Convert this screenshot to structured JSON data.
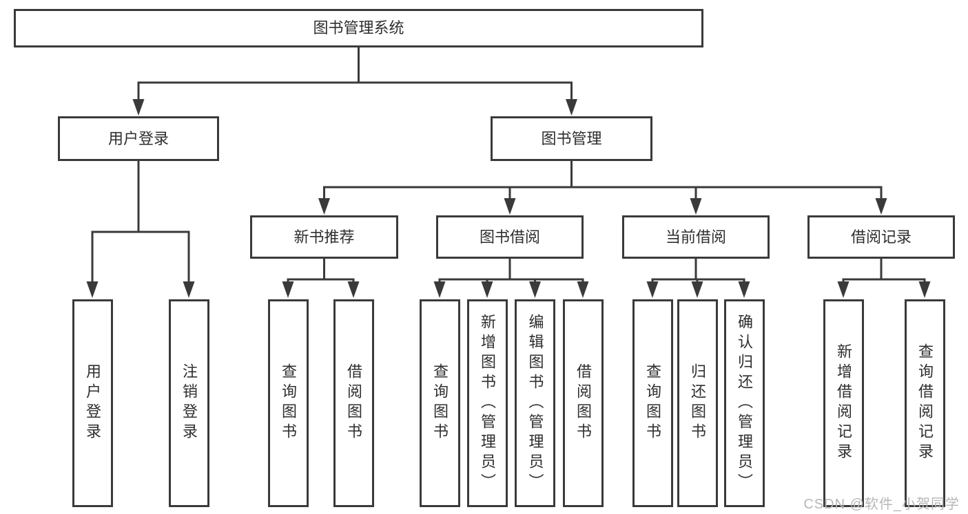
{
  "colors": {
    "line": "#3a3a3a",
    "text": "#2e2e2e",
    "watermark": "#b6b6b6",
    "background": "#ffffff"
  },
  "diagram": {
    "root": {
      "label": "图书管理系统"
    },
    "level2": [
      {
        "label": "用户登录"
      },
      {
        "label": "图书管理"
      }
    ],
    "level3": [
      {
        "label": "新书推荐"
      },
      {
        "label": "图书借阅"
      },
      {
        "label": "当前借阅"
      },
      {
        "label": "借阅记录"
      }
    ],
    "leaves": [
      {
        "label": "用户登录"
      },
      {
        "label": "注销登录"
      },
      {
        "label": "查询图书"
      },
      {
        "label": "借阅图书"
      },
      {
        "label": "查询图书"
      },
      {
        "label": "新增图书（管理员）"
      },
      {
        "label": "编辑图书（管理员）"
      },
      {
        "label": "借阅图书"
      },
      {
        "label": "查询图书"
      },
      {
        "label": "归还图书"
      },
      {
        "label": "确认归还（管理员）"
      },
      {
        "label": "新增借阅记录"
      },
      {
        "label": "查询借阅记录"
      }
    ]
  },
  "watermark": {
    "text": "CSDN @软件_小贺同学"
  }
}
